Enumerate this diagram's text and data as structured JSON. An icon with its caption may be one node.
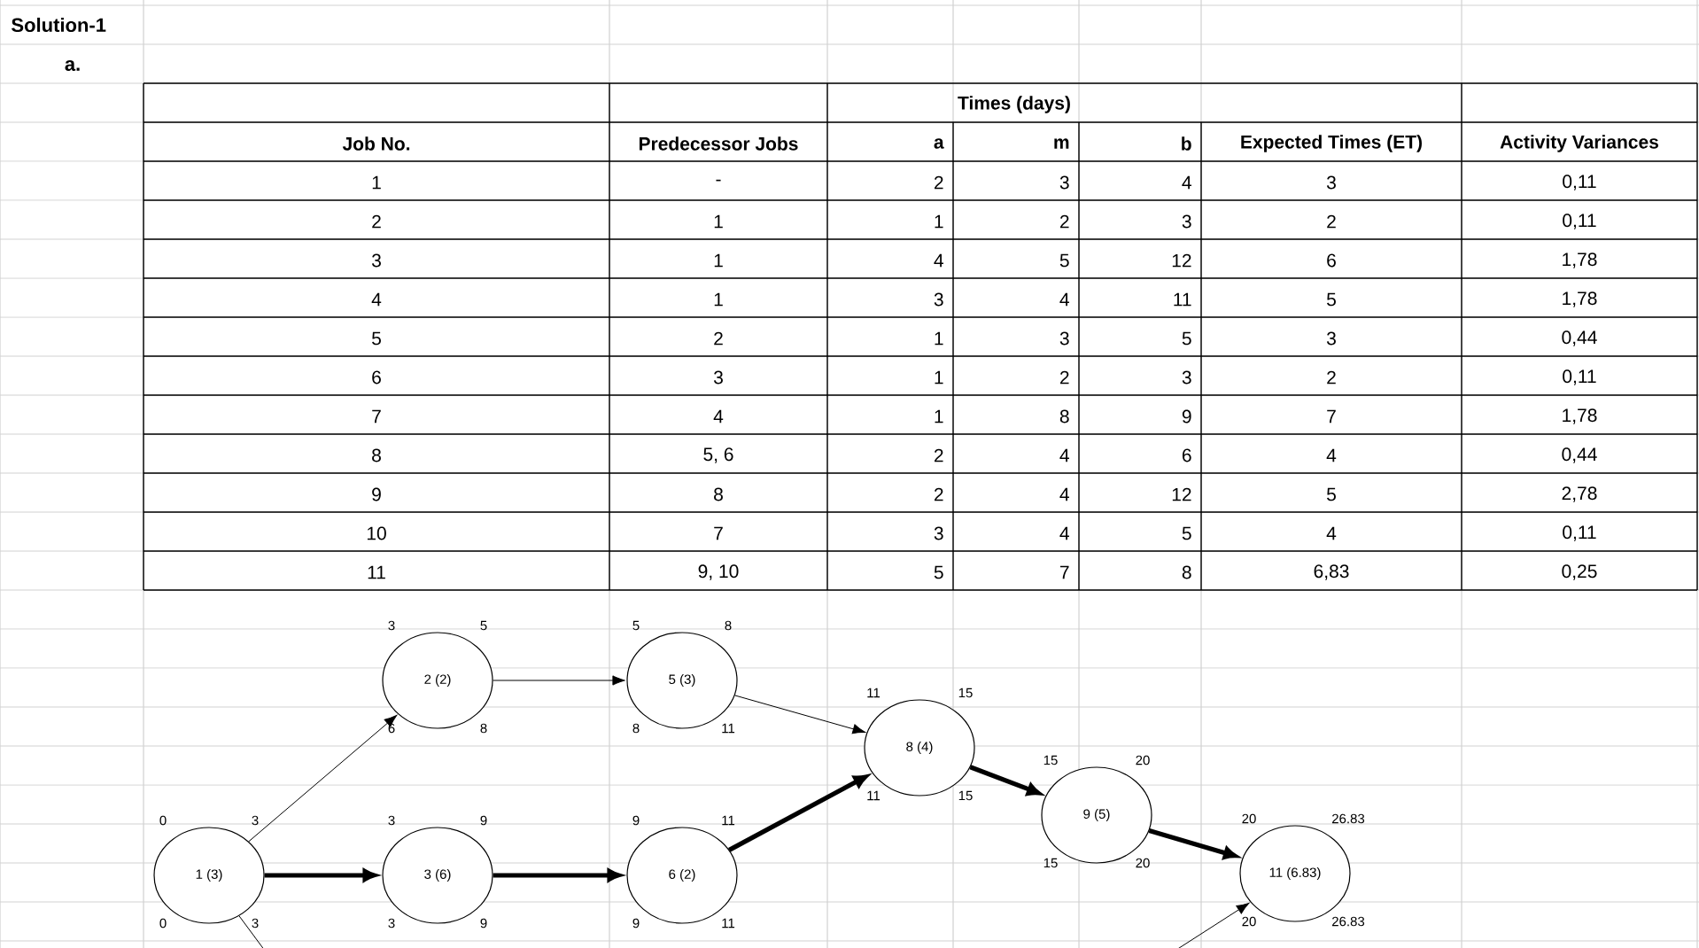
{
  "diagram": {
    "title": "Solution-1",
    "nodes": [
      {
        "text": [
          "1 (3)"
        ],
        "beside": [
          "0",
          "3",
          "0",
          "3"
        ]
      },
      {
        "text": [
          "2 (2)"
        ],
        "beside": [
          "3",
          "5",
          "6",
          "8"
        ]
      },
      {
        "text": [
          "3 (6)"
        ],
        "beside": [
          "3",
          "9",
          "3",
          "9"
        ]
      },
      {
        "text": [
          "5 (3)"
        ],
        "beside": [
          "5",
          "8",
          "8",
          "11"
        ]
      },
      {
        "text": [
          "6 (2)"
        ],
        "beside": [
          "9",
          "11",
          "9",
          "11"
        ]
      },
      {
        "text": [
          "8 (4)"
        ],
        "beside": [
          "11",
          "15",
          "11",
          "15"
        ]
      },
      {
        "text": [
          "9 (5)"
        ],
        "beside": [
          "15",
          "20",
          "15",
          "20"
        ]
      },
      {
        "text": [
          "11 (6.83)"
        ],
        "beside": [
          "20",
          "26.83",
          "20",
          "26.83"
        ]
      }
    ],
    "edges": [
      {
        "from": 0,
        "to": 1,
        "arrow": "to"
      },
      {
        "from": 0,
        "to": 2,
        "arrow": "to",
        "style": "thick"
      },
      {
        "from": 1,
        "to": 3,
        "arrow": "to"
      },
      {
        "from": 2,
        "to": 4,
        "arrow": "to",
        "style": "thick"
      },
      {
        "from": 3,
        "to": 5,
        "arrow": "to"
      },
      {
        "from": 4,
        "to": 5,
        "arrow": "to",
        "style": "thick"
      },
      {
        "from": 5,
        "to": 6,
        "arrow": "to",
        "style": "thick"
      },
      {
        "from": 6,
        "to": 7,
        "arrow": "to",
        "style": "thick"
      },
      {
        "from": 0,
        "to": null,
        "arrow": "none"
      },
      {
        "from": null,
        "to": 7,
        "arrow": "to"
      }
    ],
    "labels": [
      "a.",
      "Times (days)",
      "Job No.",
      "Predecessor Jobs",
      "a",
      "m",
      "b",
      "Expected Times (ET)",
      "Activity Variances",
      "1",
      "-",
      "2",
      "3",
      "4",
      "3",
      "0,11",
      "2",
      "1",
      "1",
      "2",
      "3",
      "2",
      "0,11",
      "3",
      "1",
      "4",
      "5",
      "12",
      "6",
      "1,78",
      "4",
      "1",
      "3",
      "4",
      "11",
      "5",
      "1,78",
      "5",
      "2",
      "1",
      "3",
      "5",
      "3",
      "0,44",
      "6",
      "3",
      "1",
      "2",
      "3",
      "2",
      "0,11",
      "7",
      "4",
      "1",
      "8",
      "9",
      "7",
      "1,78",
      "8",
      "5, 6",
      "2",
      "4",
      "6",
      "4",
      "0,44",
      "9",
      "8",
      "2",
      "4",
      "12",
      "5",
      "2,78",
      "10",
      "7",
      "3",
      "4",
      "5",
      "4",
      "0,11",
      "11",
      "9, 10",
      "5",
      "7",
      "8",
      "6,83",
      "0,25"
    ]
  }
}
